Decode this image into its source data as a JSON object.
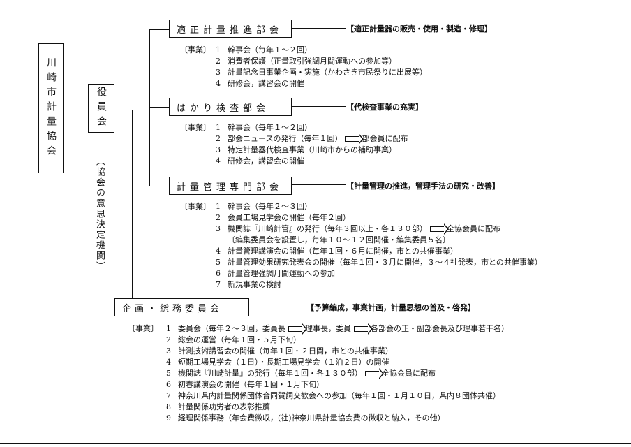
{
  "org": {
    "name": "川崎市計量協会",
    "board": "役員会",
    "board_note": "（協会の意思決定機関）"
  },
  "divisions": [
    {
      "name": "適正計量推進部会",
      "goal": "【適正計量器の販売・使用・製造・修理】",
      "label": "〔事業〕",
      "items": [
        {
          "n": "1",
          "text": "幹事会（毎年１～２回）"
        },
        {
          "n": "2",
          "text": "消費者保護（正量取引強調月間運動への参加等）"
        },
        {
          "n": "3",
          "text": "計量記念日事業企画・実施（かわさき市民祭りに出展等）"
        },
        {
          "n": "4",
          "text": "研修会，講習会の開催"
        }
      ]
    },
    {
      "name": "はかり検査部会",
      "goal": "【代検査事業の充実】",
      "label": "〔事業〕",
      "items": [
        {
          "n": "1",
          "text": "幹事会（毎年１～２回）"
        },
        {
          "n": "2",
          "text": "部会ニュースの発行（毎年１回）",
          "arrow_to": "部会員に配布"
        },
        {
          "n": "3",
          "text": "特定計量器代検査事業（川崎市からの補助事業）"
        },
        {
          "n": "4",
          "text": "研修会，講習会の開催"
        }
      ]
    },
    {
      "name": "計量管理専門部会",
      "goal": "【計量管理の推進，管理手法の研究・改善】",
      "label": "〔事業〕",
      "items": [
        {
          "n": "1",
          "text": "幹事会（毎年２～３回）"
        },
        {
          "n": "2",
          "text": "会員工場見学会の開催（毎年２回）"
        },
        {
          "n": "3",
          "text": "機関誌『川崎計管』の発行（毎年３回以上・各１３０部）",
          "arrow_to": "全協会員に配布"
        },
        {
          "n": "",
          "text": "〔編集委員会を設置し，毎年１０～１２回開催・編集委員５名〕"
        },
        {
          "n": "4",
          "text": "計量管理講演会の開催（毎年１回・６月に開催，市との共催事業）"
        },
        {
          "n": "5",
          "text": "計量管理効果研究発表会の開催（毎年１回・３月に開催，３～４社発表，市との共催事業）"
        },
        {
          "n": "6",
          "text": "計量管理強調月間運動への参加"
        },
        {
          "n": "7",
          "text": "新規事業の検討"
        }
      ]
    }
  ],
  "committee": {
    "name": "企画・総務委員会",
    "goal": "【予算編成，事業計画，計量思想の普及・啓発】",
    "label": "〔事業〕",
    "item1_pre": "委員会（毎年２～３回，委員長",
    "item1_mid": "理事長，委員",
    "item1_post": "各部会の正・副部会長及び理事若干名）",
    "items": [
      {
        "n": "2",
        "text": "総会の運営（毎年１回・５月下旬）"
      },
      {
        "n": "3",
        "text": "計測技術講習会の開催（毎年１回・２日間，市との共催事業）"
      },
      {
        "n": "4",
        "text": "短期工場見学会（１日）・長期工場見学会（１泊２日）の開催"
      },
      {
        "n": "5",
        "text": "機関誌『川崎計量』の発行（毎年１回・各１３０部）",
        "arrow_to": "全協会員に配布"
      },
      {
        "n": "6",
        "text": "初春講演会の開催（毎年１回・１月下旬）"
      },
      {
        "n": "7",
        "text": "神奈川県内計量関係団体合同賀詞交歓会への参加（毎年１回・１月１０日，県内８団体共催）"
      },
      {
        "n": "8",
        "text": "計量関係功労者の表彰推薦"
      },
      {
        "n": "9",
        "text": "経理関係事務（年会費徴収，(社)神奈川県計量協会費の徴収と納入，その他）"
      }
    ]
  }
}
